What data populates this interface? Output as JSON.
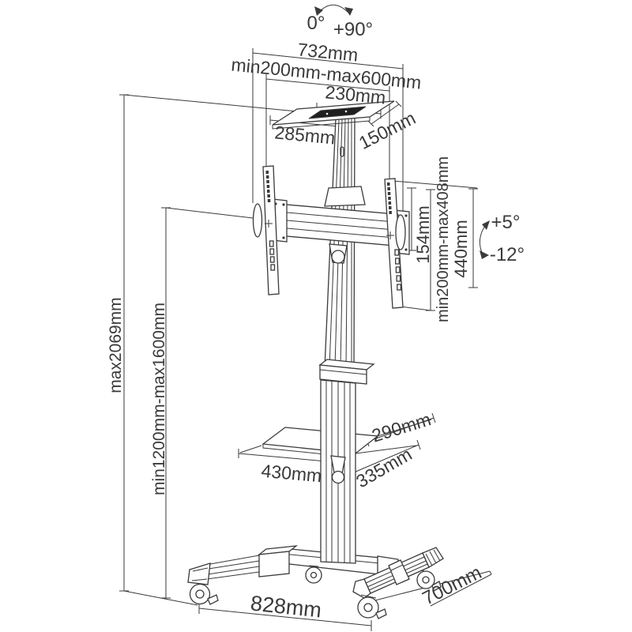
{
  "diagram": {
    "title": "tv-floor-cart-dimension-diagram",
    "colors": {
      "line": "#3a3a3a",
      "background": "#ffffff",
      "plate_fill": "#1f1f1f"
    },
    "labels": {
      "rotate_min": "0°",
      "rotate_max": "+90°",
      "width_732": "732mm",
      "vesa_width": "min200mm-max600mm",
      "tray_230": "230mm",
      "tray_285": "285mm",
      "tray_150": "150mm",
      "height_max": "max2069mm",
      "height_screen": "min1200mm-max1600mm",
      "bracket_154": "154mm",
      "vesa_height": "min200mm-max408mm",
      "bracket_440": "440mm",
      "tilt_up": "+5°",
      "tilt_down": "-12°",
      "shelf_430": "430mm",
      "shelf_290": "290mm",
      "shelf_335": "335mm",
      "base_828": "828mm",
      "base_700": "700mm"
    }
  }
}
